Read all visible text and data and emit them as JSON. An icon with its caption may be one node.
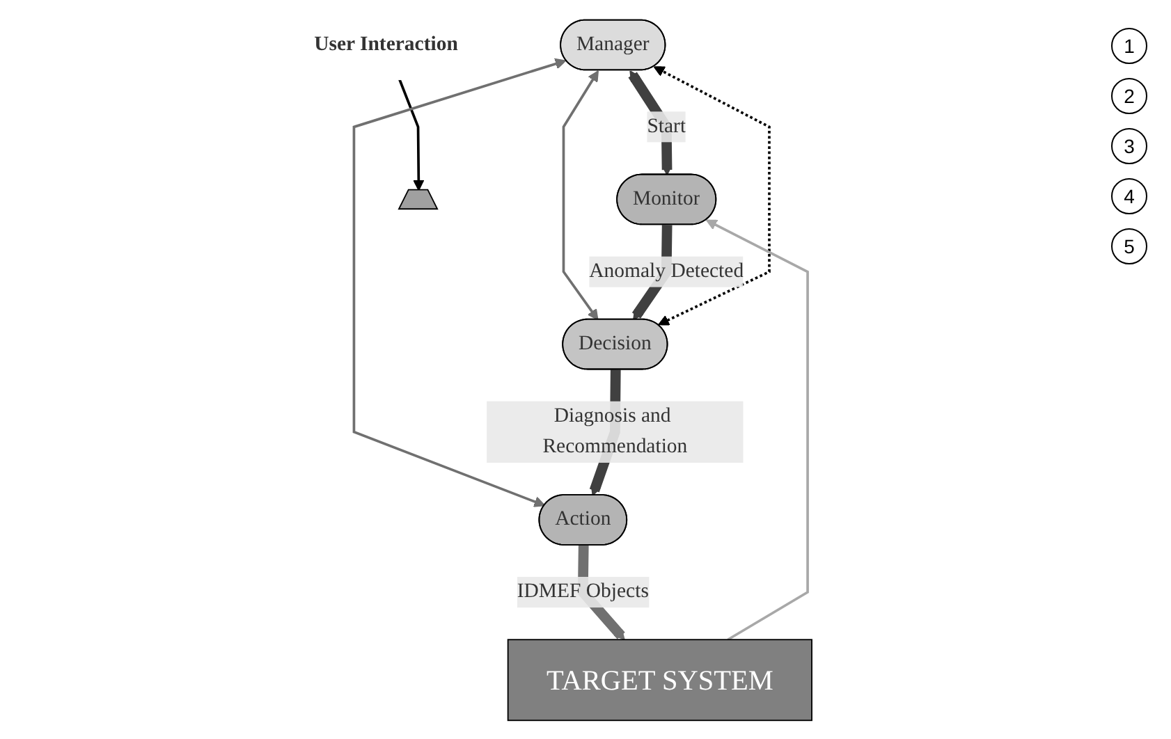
{
  "diagram": {
    "nodes": [
      {
        "text": [
          "Manager"
        ]
      },
      {
        "text": [
          "Monitor"
        ]
      },
      {
        "text": [
          "Decision"
        ]
      },
      {
        "text": [
          "Action"
        ]
      },
      {
        "text": [
          "TARGET SYSTEM"
        ]
      },
      {
        "text": [
          "User Interaction"
        ]
      },
      {
        "text": [],
        "shape": "trapezoid"
      }
    ],
    "edges": [
      {
        "from": 5,
        "to": 6,
        "arrow": "to",
        "color": "#000000"
      },
      {
        "from": 0,
        "to": 1,
        "arrow": "both",
        "label": "Start",
        "style": "thick",
        "color": "#404040"
      },
      {
        "from": 0,
        "to": 2,
        "arrow": "both"
      },
      {
        "from": 2,
        "to": 0,
        "arrow": "both",
        "style": "dashed",
        "color": "#000000"
      },
      {
        "from": 0,
        "to": 3,
        "arrow": "both"
      },
      {
        "from": 1,
        "to": 2,
        "arrow": "to",
        "label": "Anomaly Detected",
        "style": "thick",
        "color": "#404040"
      },
      {
        "from": 2,
        "to": 3,
        "arrow": "to",
        "label": "Diagnosis and Recommendation",
        "style": "thick",
        "color": "#404040"
      },
      {
        "from": 3,
        "to": 4,
        "arrow": "to",
        "label": "IDMEF Objects",
        "style": "thick"
      },
      {
        "from": 4,
        "to": 1,
        "arrow": "to",
        "color": "#a8a8a8"
      }
    ],
    "labels": [
      "1",
      "2",
      "3",
      "4",
      "5"
    ]
  }
}
